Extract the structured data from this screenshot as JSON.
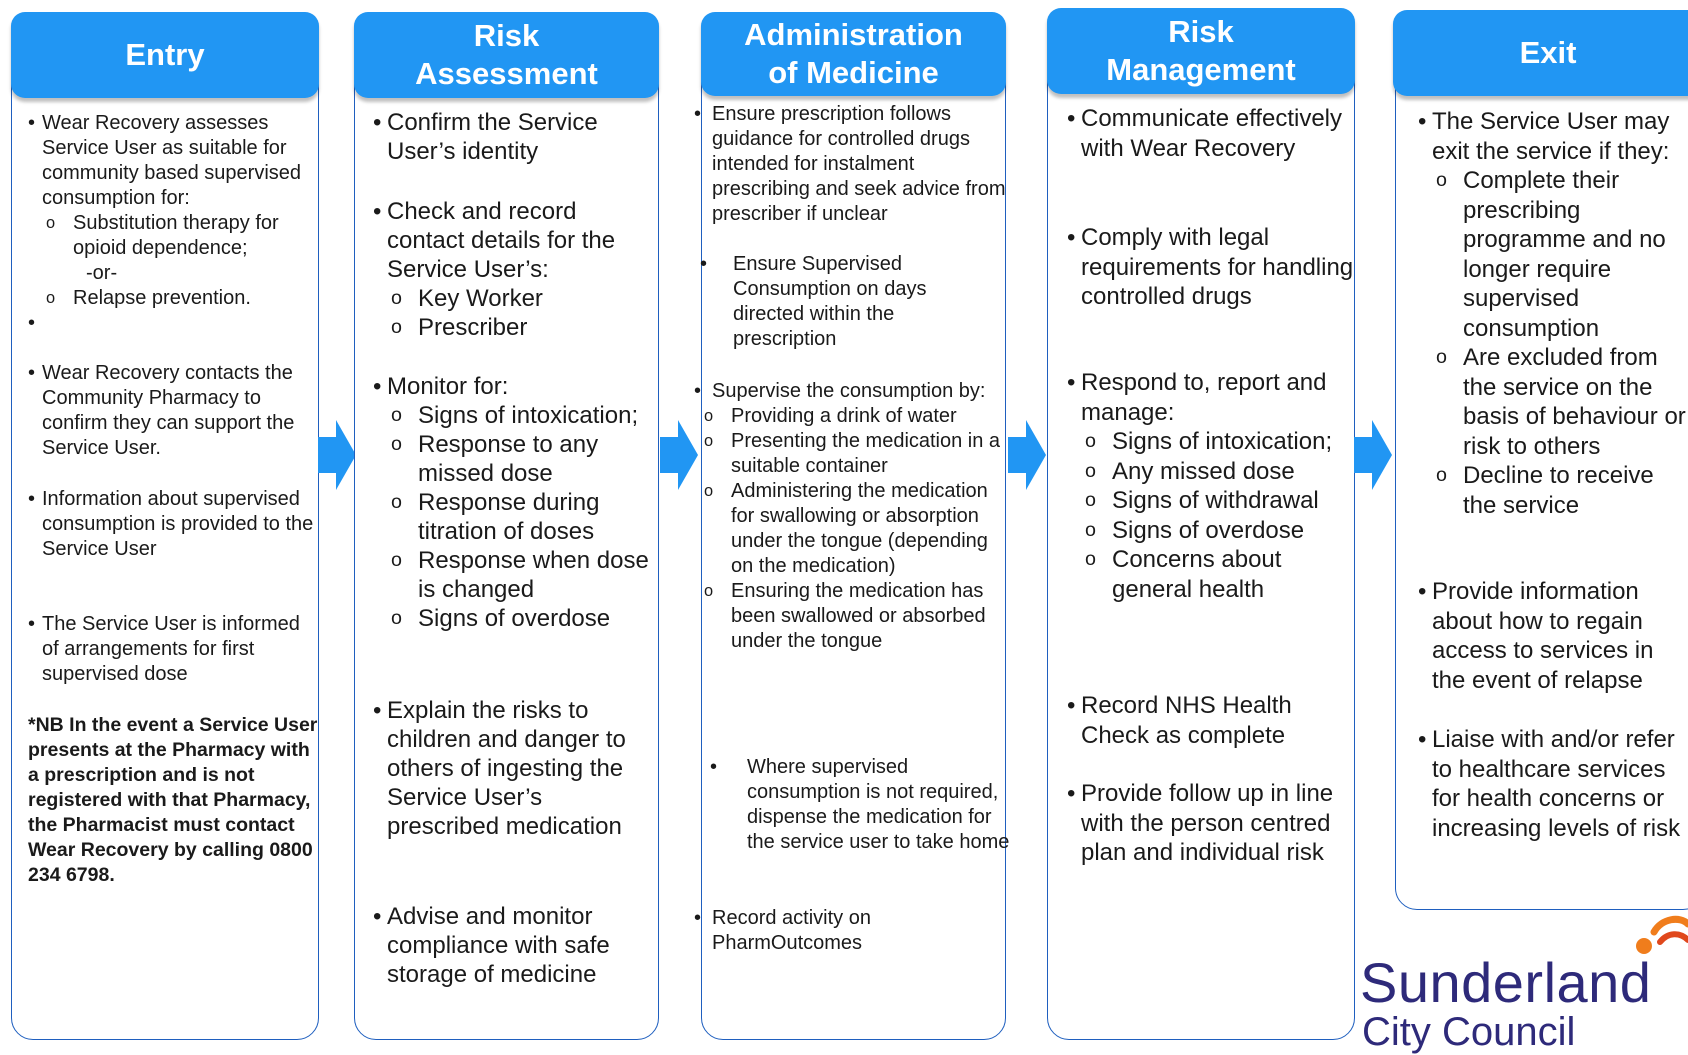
{
  "columns": [
    {
      "header": "Entry",
      "items": [
        {
          "text": "Wear Recovery assesses Service User as suitable for community based supervised consumption for:",
          "subs": [
            "Substitution therapy for opioid dependence;",
            "Relapse prevention."
          ],
          "or_text": "-or-"
        },
        {
          "text": "Wear Recovery contacts the Community Pharmacy to confirm they can support the Service User."
        },
        {
          "text": "Information about supervised consumption is provided to the Service User"
        },
        {
          "text": "The Service User is informed of arrangements for first supervised dose"
        }
      ],
      "note": "*NB In the event a Service User presents at the Pharmacy with a prescription and is not registered with that Pharmacy, the Pharmacist must contact Wear Recovery by calling 0800 234 6798."
    },
    {
      "header": "Risk\nAssessment",
      "items": [
        {
          "text": "Confirm the Service User’s identity"
        },
        {
          "text": "Check and record contact details for the Service User’s:",
          "subs": [
            "Key Worker",
            "Prescriber"
          ]
        },
        {
          "text": "Monitor for:",
          "subs": [
            "Signs of intoxication;",
            "Response to any missed dose",
            "Response during titration of doses",
            "Response when dose is changed",
            "Signs of overdose"
          ]
        },
        {
          "text": "Explain the risks to children and danger to others of ingesting the Service User’s prescribed medication"
        },
        {
          "text": "Advise and monitor compliance with safe storage of medicine"
        }
      ]
    },
    {
      "header": "Administration\nof Medicine",
      "items": [
        {
          "text": "Ensure prescription follows guidance for controlled drugs intended for instalment prescribing and seek advice from prescriber if unclear"
        },
        {
          "text": "Ensure Supervised Consumption on days directed within the prescription"
        },
        {
          "text": "Supervise the consumption by:",
          "subs": [
            "Providing a drink of water",
            "Presenting the medication in a suitable container",
            "Administering the medication for swallowing or absorption under the tongue (depending on the medication)",
            "Ensuring the medication has been swallowed or absorbed under the tongue"
          ]
        },
        {
          "text": "Where supervised consumption is not required, dispense the medication for the service user to take home"
        },
        {
          "text": "Record activity on PharmOutcomes"
        }
      ]
    },
    {
      "header": "Risk\nManagement",
      "items": [
        {
          "text": "Communicate effectively with Wear Recovery"
        },
        {
          "text": "Comply with legal requirements for handling controlled drugs"
        },
        {
          "text": "Respond to, report and manage:",
          "subs": [
            "Signs of intoxication;",
            "Any missed dose",
            "Signs of withdrawal",
            "Signs of overdose",
            "Concerns about general health"
          ]
        },
        {
          "text": "Record NHS Health Check as complete"
        },
        {
          "text": "Provide follow up in line with the person centred plan and individual risk"
        }
      ]
    },
    {
      "header": "Exit",
      "items": [
        {
          "text": "The Service User may exit the service if they:",
          "subs": [
            "Complete their prescribing programme and no longer require supervised consumption",
            "Are excluded from the service on the basis of behaviour or risk to others",
            "Decline to receive the service"
          ]
        },
        {
          "text": "Provide information about how to regain access to services in the event of relapse"
        },
        {
          "text": "Liaise with and/or refer to healthcare services for health concerns or increasing levels of risk"
        }
      ]
    }
  ],
  "logo": {
    "line1": "Sunderland",
    "line2": "City Council"
  },
  "colors": {
    "header_bg": "#2196f3",
    "border": "#1f5fbf",
    "arrow": "#2196f3",
    "logo_text": "#2e2a7a",
    "logo_orange": "#f07d1c"
  }
}
